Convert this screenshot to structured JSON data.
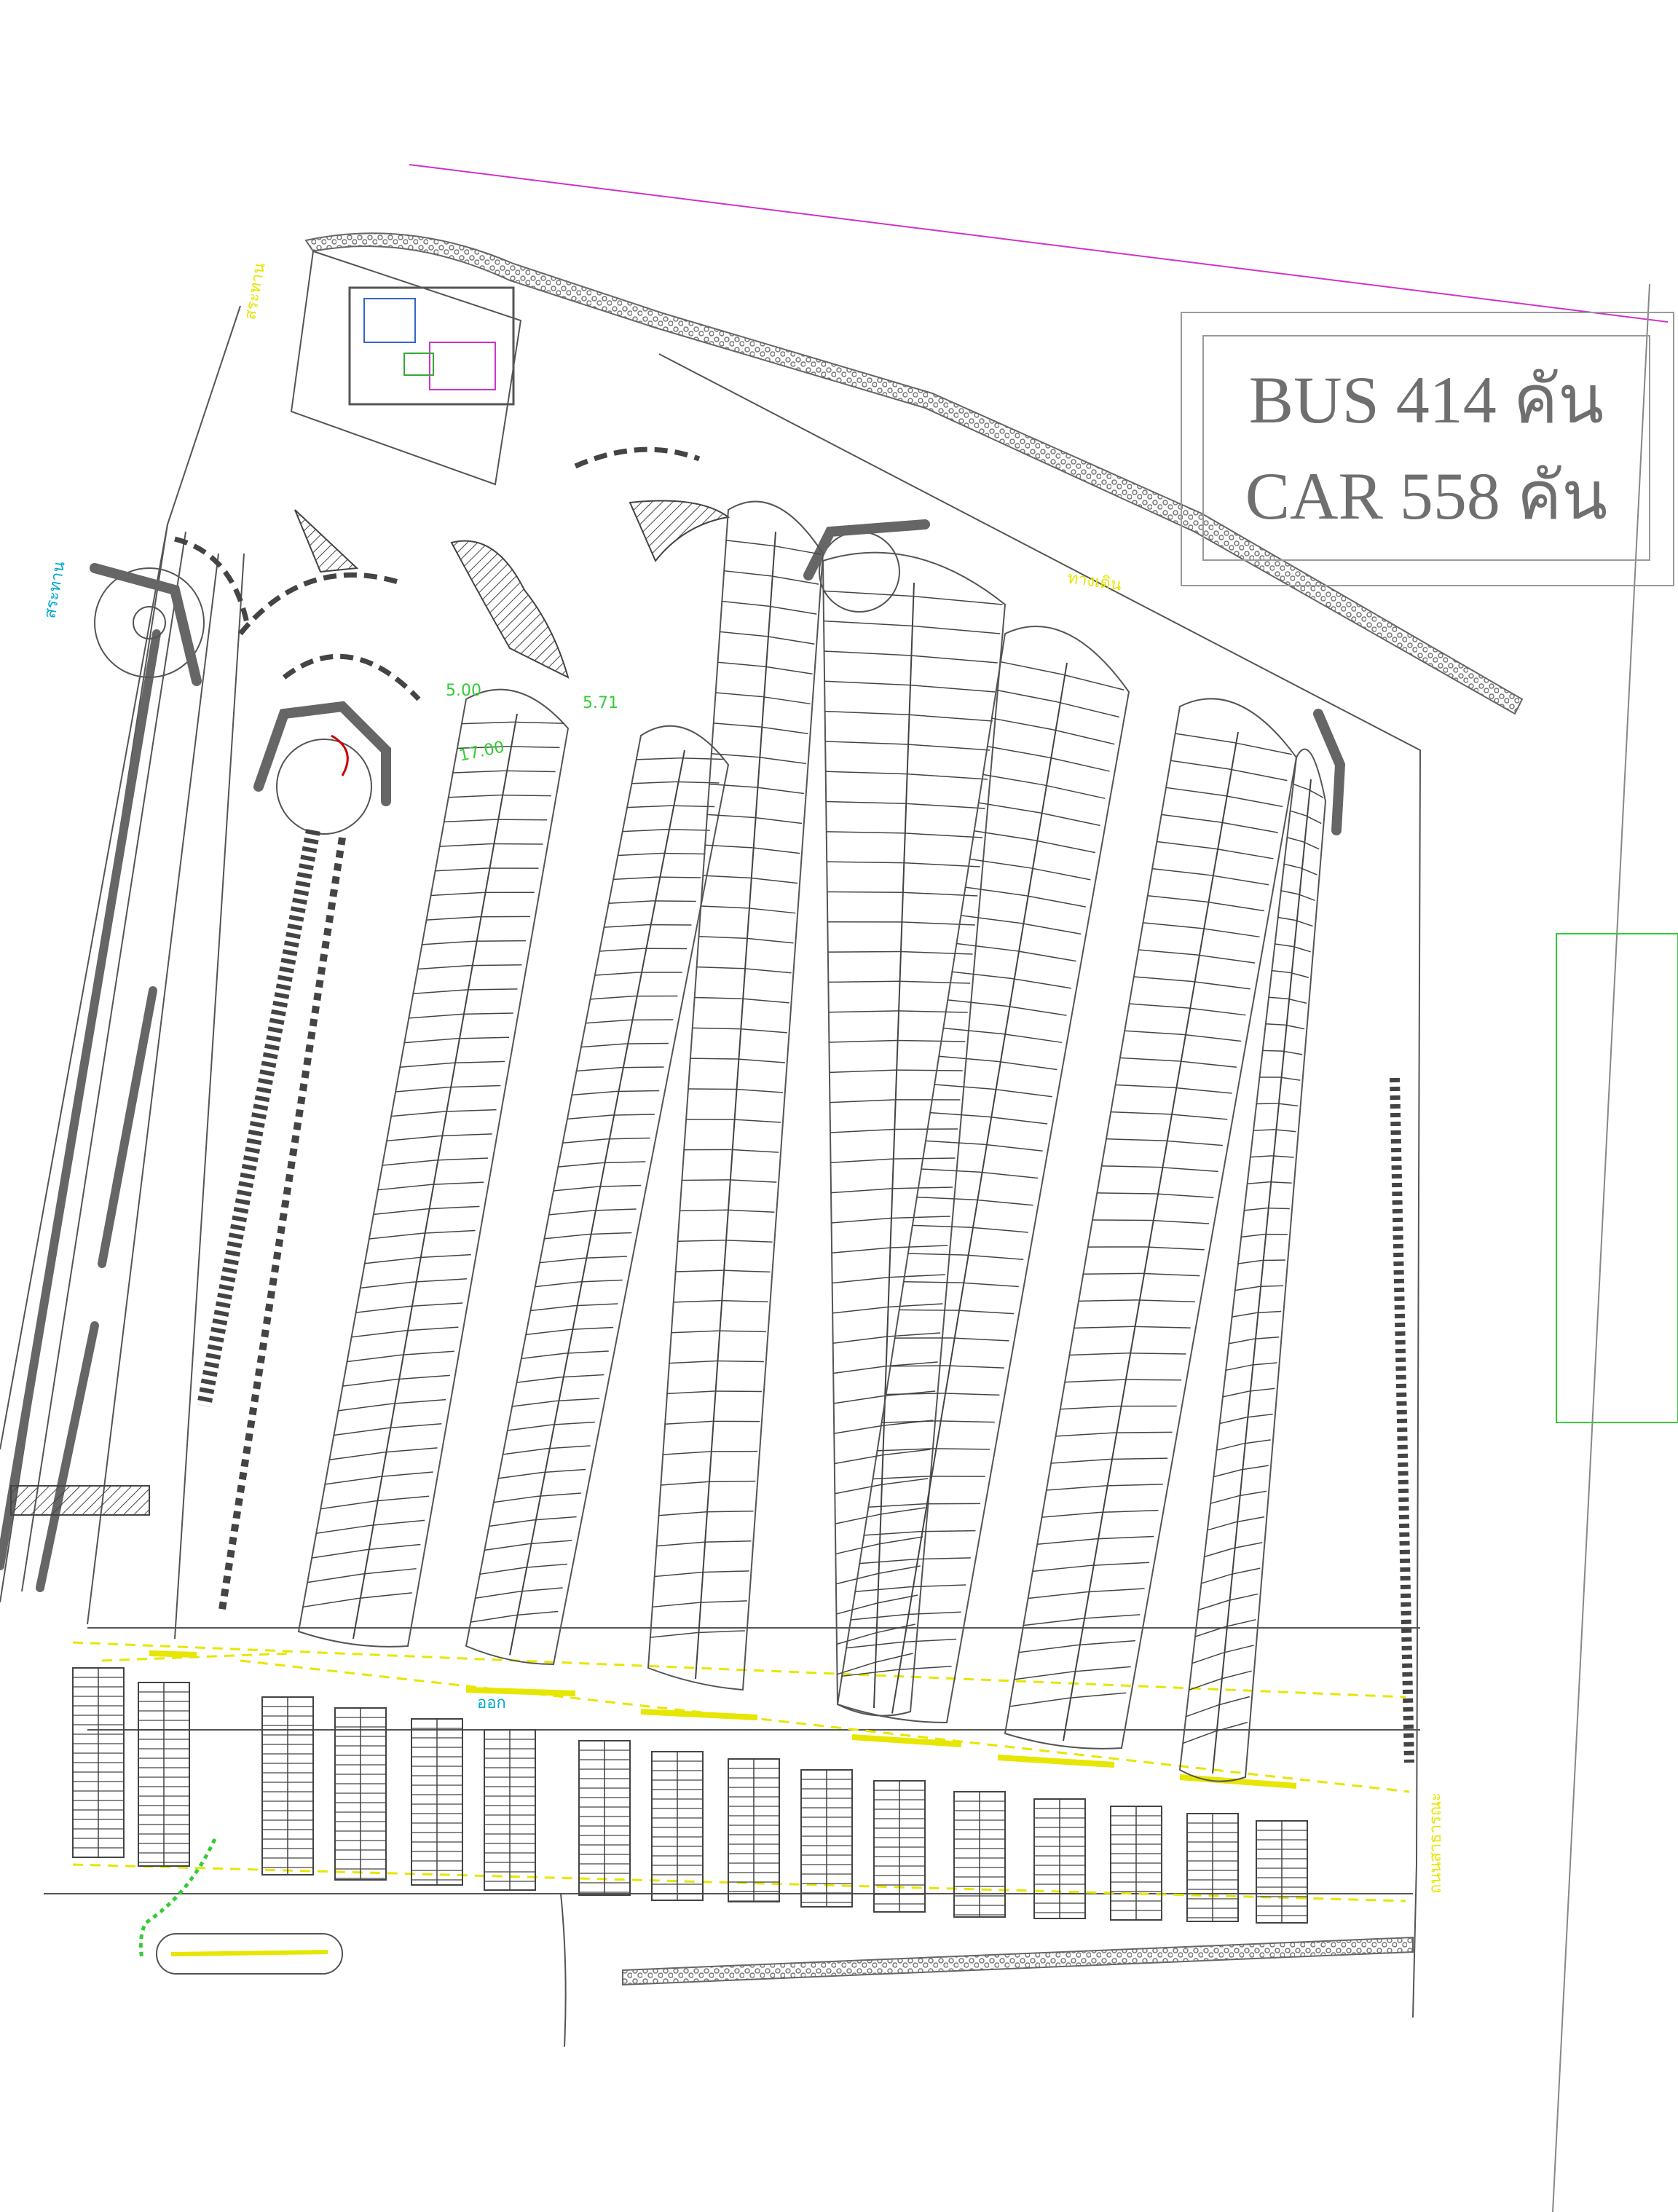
{
  "summary": {
    "bus_line": "BUS 414 คัน",
    "car_line": "CAR 558 คัน"
  },
  "labels": {
    "pond_left": "สระทาน",
    "pond_top_left": "สระทาน",
    "stair": "ทางเดิน",
    "dim_a": "5.00",
    "dim_b": "5.71",
    "dim_c": "17.00",
    "road_right": "ถนนสาธารณะ",
    "exit_sign": "ออก"
  },
  "colors": {
    "line": "#555555",
    "yellow": "#e6e600",
    "green": "#33cc33",
    "magenta": "#cc33cc",
    "cyan": "#00aacc",
    "red": "#cc0000"
  }
}
